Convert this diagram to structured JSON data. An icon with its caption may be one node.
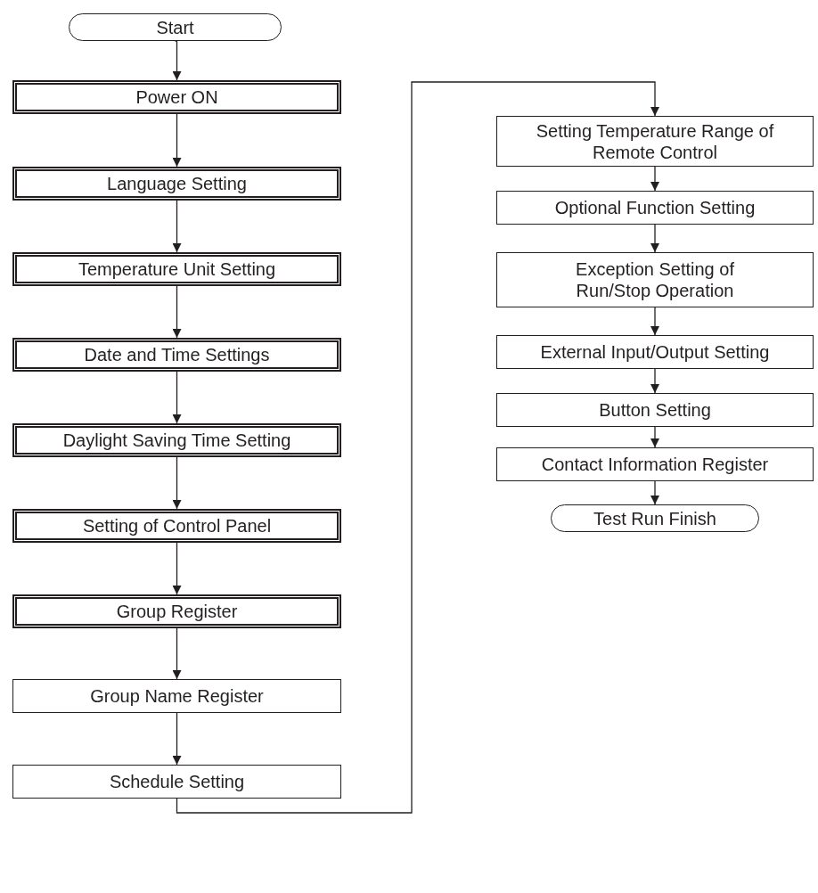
{
  "diagram": {
    "nodes": [
      {
        "text": [
          "Start"
        ]
      },
      {
        "text": [
          "Power ON"
        ]
      },
      {
        "text": [
          "Language Setting"
        ]
      },
      {
        "text": [
          "Temperature Unit Setting"
        ]
      },
      {
        "text": [
          "Date and Time Settings"
        ]
      },
      {
        "text": [
          "Daylight Saving Time Setting"
        ]
      },
      {
        "text": [
          "Setting of Control Panel"
        ]
      },
      {
        "text": [
          "Group Register"
        ]
      },
      {
        "text": [
          "Group Name Register"
        ]
      },
      {
        "text": [
          "Schedule Setting"
        ]
      },
      {
        "text": [
          "Setting Temperature Range of Remote Control"
        ]
      },
      {
        "text": [
          "Optional Function Setting"
        ]
      },
      {
        "text": [
          "Exception Setting of Run/Stop Operation"
        ]
      },
      {
        "text": [
          "External Input/Output Setting"
        ]
      },
      {
        "text": [
          "Button Setting"
        ]
      },
      {
        "text": [
          "Contact Information Register"
        ]
      },
      {
        "text": [
          "Test Run Finish"
        ]
      }
    ],
    "edges": [
      {
        "from": 0,
        "to": 1,
        "arrow": "to"
      },
      {
        "from": 1,
        "to": 2,
        "arrow": "to"
      },
      {
        "from": 2,
        "to": 3,
        "arrow": "to"
      },
      {
        "from": 3,
        "to": 4,
        "arrow": "to"
      },
      {
        "from": 4,
        "to": 5,
        "arrow": "to"
      },
      {
        "from": 5,
        "to": 6,
        "arrow": "to"
      },
      {
        "from": 6,
        "to": 7,
        "arrow": "to"
      },
      {
        "from": 7,
        "to": 8,
        "arrow": "to"
      },
      {
        "from": 8,
        "to": 9,
        "arrow": "to"
      },
      {
        "from": 9,
        "to": 10,
        "arrow": "to"
      },
      {
        "from": 10,
        "to": 11,
        "arrow": "to"
      },
      {
        "from": 11,
        "to": 12,
        "arrow": "to"
      },
      {
        "from": 12,
        "to": 13,
        "arrow": "to"
      },
      {
        "from": 13,
        "to": 14,
        "arrow": "to"
      },
      {
        "from": 14,
        "to": 15,
        "arrow": "to"
      },
      {
        "from": 15,
        "to": 16,
        "arrow": "to"
      }
    ]
  }
}
